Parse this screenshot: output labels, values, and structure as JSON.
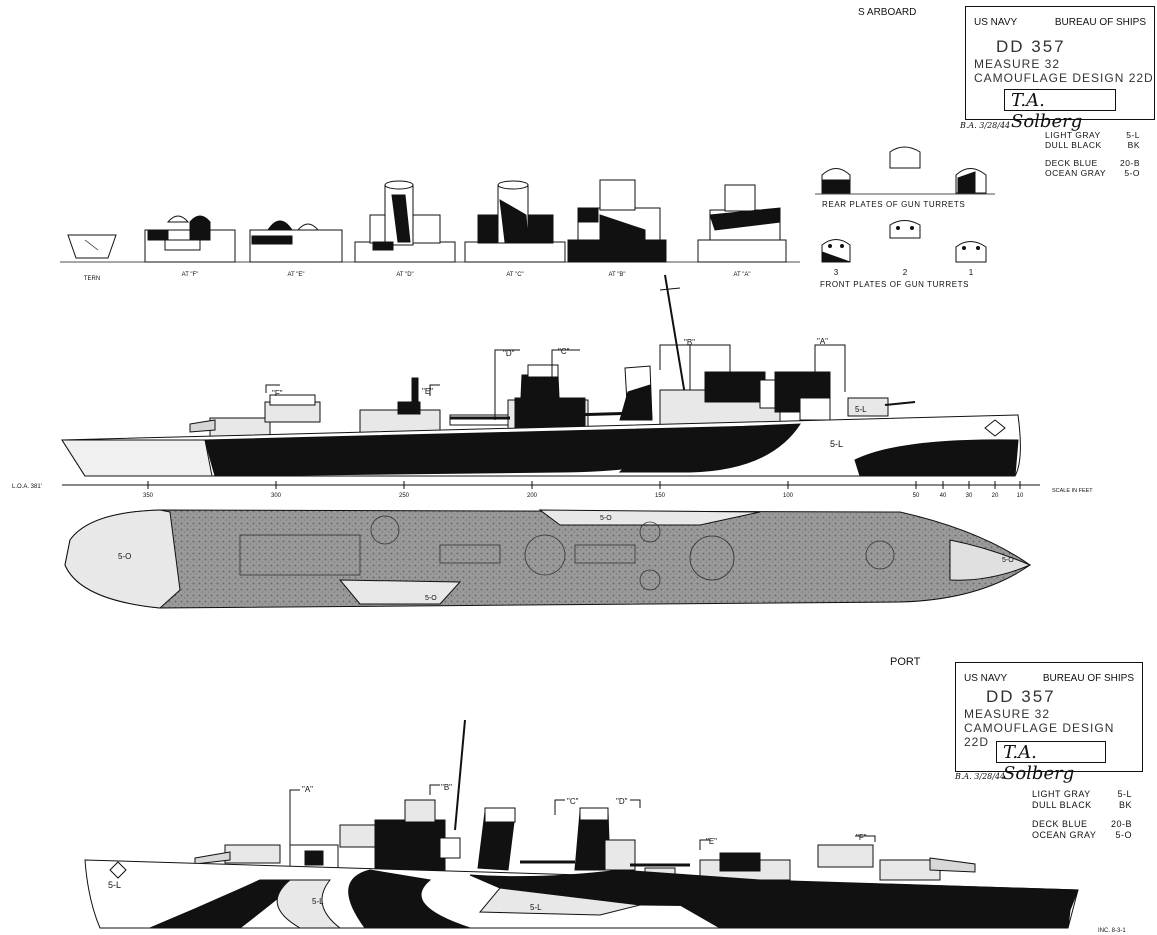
{
  "upper_sheet": {
    "side_label": "S  ARBOARD",
    "title_block": {
      "agency": "US NAVY",
      "bureau": "BUREAU OF SHIPS",
      "ship": "DD  357",
      "measure": "MEASURE  32",
      "design": "CAMOUFLAGE DESIGN 22D",
      "signature": "T.A. Solberg",
      "approval_note": "B.A. 3/28/44"
    },
    "legend": [
      {
        "name": "LIGHT GRAY",
        "code": "5-L"
      },
      {
        "name": "DULL BLACK",
        "code": "BK"
      },
      {
        "name": "DECK BLUE",
        "code": "20-B"
      },
      {
        "name": "OCEAN GRAY",
        "code": "5-O"
      }
    ],
    "section_labels": [
      "TERN",
      "AT \"F\"",
      "AT \"E\"",
      "AT \"D\"",
      "AT \"C\"",
      "AT \"B\"",
      "AT \"A\""
    ],
    "rear_plates_label": "REAR PLATES OF GUN TURRETS",
    "front_plates_label": "FRONT PLATES OF GUN TURRETS",
    "turret_numbers": [
      "3",
      "2",
      "1"
    ],
    "station_markers": [
      "\"F\"",
      "\"E\"",
      "\"D\"",
      "\"C\"",
      "\"B\"",
      "\"A\""
    ],
    "hull_marks": [
      "BK",
      "BK",
      "BK",
      "5-L",
      "5-L"
    ],
    "scale_left": "L.O.A. 381'",
    "scale_ticks": [
      "350",
      "300",
      "250",
      "200",
      "150",
      "100",
      "50",
      "40",
      "30",
      "20",
      "10"
    ],
    "scale_label": "SCALE IN FEET",
    "deck_marks": [
      "5-O",
      "5-O",
      "5-O",
      "5-O"
    ]
  },
  "lower_sheet": {
    "side_label": "PORT",
    "title_block": {
      "agency": "US NAVY",
      "bureau": "BUREAU OF SHIPS",
      "ship": "DD  357",
      "measure": "MEASURE  32",
      "design": "CAMOUFLAGE DESIGN  22D",
      "signature": "T.A. Solberg",
      "approval_note": "B.A. 3/28/44"
    },
    "legend": [
      {
        "name": "LIGHT GRAY",
        "code": "5-L"
      },
      {
        "name": "DULL BLACK",
        "code": "BK"
      },
      {
        "name": "DECK BLUE",
        "code": "20-B"
      },
      {
        "name": "OCEAN GRAY",
        "code": "5-O"
      }
    ],
    "station_markers": [
      "\"A\"",
      "\"B\"",
      "\"C\"",
      "\"D\"",
      "\"E\"",
      "\"F\""
    ],
    "hull_marks": [
      "BK",
      "BK",
      "BK",
      "5-L",
      "5-L",
      "5-L"
    ],
    "corner_note": "INC. 8-3-1"
  },
  "colors": {
    "ink": "#111111",
    "light_gray": "#e8e8e8",
    "ocean_gray": "#b8b8b8",
    "deck_blue": "#8a8a8a",
    "dull_black": "#141414"
  }
}
